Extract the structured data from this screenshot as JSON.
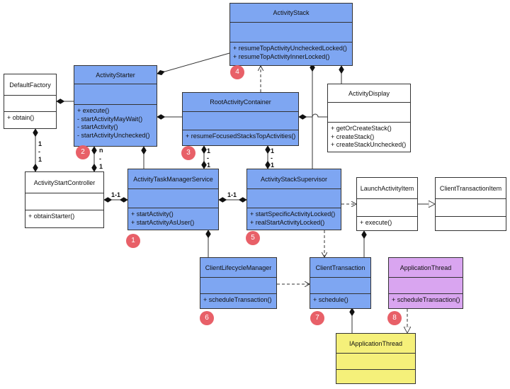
{
  "classes": {
    "activity_stack": {
      "name": "ActivityStack",
      "ops": [
        "+   resumeTopActivityUncheckedLocked()",
        "+   resumeTopActivityInnerLocked()"
      ]
    },
    "default_factory": {
      "name": "DefaultFactory",
      "ops": [
        "+   obtain()"
      ]
    },
    "activity_starter": {
      "name": "ActivityStarter",
      "ops": [
        "+   execute()",
        "-   startActivityMayWait()",
        "-   startActivity()",
        "-   startActivityUnchecked()"
      ]
    },
    "root_activity_container": {
      "name": "RootActivityContainer",
      "ops": [
        "+   resumeFocusedStacksTopActivities()"
      ]
    },
    "activity_display": {
      "name": "ActivityDisplay",
      "ops": [
        "+   getOrCreateStack()",
        "+   createStack()",
        "+   createStackUnchecked()"
      ]
    },
    "activity_start_controller": {
      "name": "ActivityStartController",
      "ops": [
        "+   obtainStarter()"
      ]
    },
    "activity_task_manager_service": {
      "name": "ActivityTaskManagerService",
      "ops": [
        "+   startActivity()",
        "+   startActivityAsUser()"
      ]
    },
    "activity_stack_supervisor": {
      "name": "ActivityStackSupervisor",
      "ops": [
        "+   startSpecificActivityLocked()",
        "+   realStartActivityLocked()"
      ]
    },
    "launch_activity_item": {
      "name": "LaunchActivityItem",
      "ops": [
        "+   execute()"
      ]
    },
    "client_transaction_item": {
      "name": "ClientTransactionItem",
      "ops": []
    },
    "client_lifecycle_manager": {
      "name": "ClientLifecycleManager",
      "ops": [
        "+   scheduleTransaction()"
      ]
    },
    "client_transaction": {
      "name": "ClientTransaction",
      "ops": [
        "+   schedule()"
      ]
    },
    "application_thread": {
      "name": "ApplicationThread",
      "ops": [
        "+   scheduleTransaction()"
      ]
    },
    "i_application_thread": {
      "name": "IApplicationThread",
      "ops": []
    }
  },
  "badges": [
    "1",
    "2",
    "3",
    "4",
    "5",
    "6",
    "7",
    "8"
  ],
  "multiplicities": {
    "factory_top": "1",
    "factory_dash": "-",
    "factory_bottom": "1",
    "starter_n": "n",
    "starter_dash": "-",
    "starter_one": "1",
    "controller_atms": "1-1",
    "atms_supervisor": "1-1",
    "root_left_top": "1",
    "root_left_dash": "-",
    "root_left_bottom": "1",
    "root_right_top": "1",
    "root_right_dash": "-",
    "root_right_bottom": "1"
  },
  "colors": {
    "service_class": "#7ea6f2",
    "plain_class": "#ffffff",
    "app_thread": "#d9a5f0",
    "interface": "#f5f07a",
    "badge": "#e86068"
  }
}
